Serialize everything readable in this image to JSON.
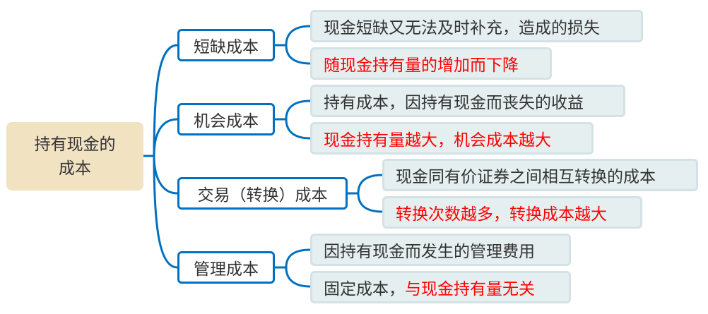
{
  "root": {
    "line1": "持有现金的",
    "line2": "成本"
  },
  "branches": [
    {
      "label": "短缺成本",
      "leaves": [
        {
          "text": "现金短缺又无法及时补充，造成的损失"
        },
        {
          "text": "随现金持有量的增加而下降",
          "color": "#ff0000"
        }
      ]
    },
    {
      "label": "机会成本",
      "leaves": [
        {
          "text": "持有成本，因持有现金而丧失的收益"
        },
        {
          "text": "现金持有量越大，机会成本越大",
          "color": "#ff0000"
        }
      ]
    },
    {
      "label": "交易（转换）成本",
      "leaves": [
        {
          "text": "现金同有价证券之间相互转换的成本"
        },
        {
          "text": "转换次数越多，转换成本越大",
          "color": "#ff0000"
        }
      ]
    },
    {
      "label": "管理成本",
      "leaves": [
        {
          "text": "因持有现金而发生的管理费用"
        },
        {
          "text_black": "固定成本，",
          "text_red": "与现金持有量无关"
        }
      ]
    }
  ],
  "colors": {
    "connector": "#0070c0",
    "root_bg": "#f1e2c2",
    "leaf_bg": "#e6eff0",
    "highlight": "#ff0000"
  }
}
